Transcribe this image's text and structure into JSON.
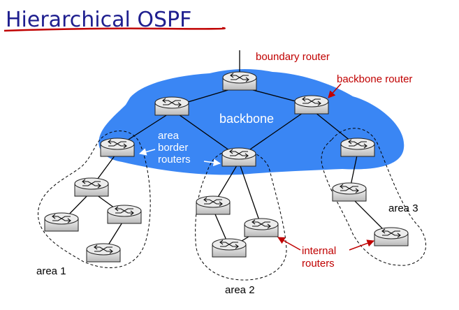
{
  "title": "Hierarchical OSPF",
  "labels": {
    "boundary_router": "boundary router",
    "backbone_router": "backbone router",
    "backbone": "backbone",
    "area_border_1": "area",
    "area_border_2": "border",
    "area_border_3": "routers",
    "internal_1": "internal",
    "internal_2": "routers",
    "area1": "area 1",
    "area2": "area 2",
    "area3": "area 3"
  },
  "colors": {
    "backbone_fill": "#3a86f4",
    "title": "#1f1f8f",
    "underline": "#c00000",
    "annotation": "#c00000"
  }
}
